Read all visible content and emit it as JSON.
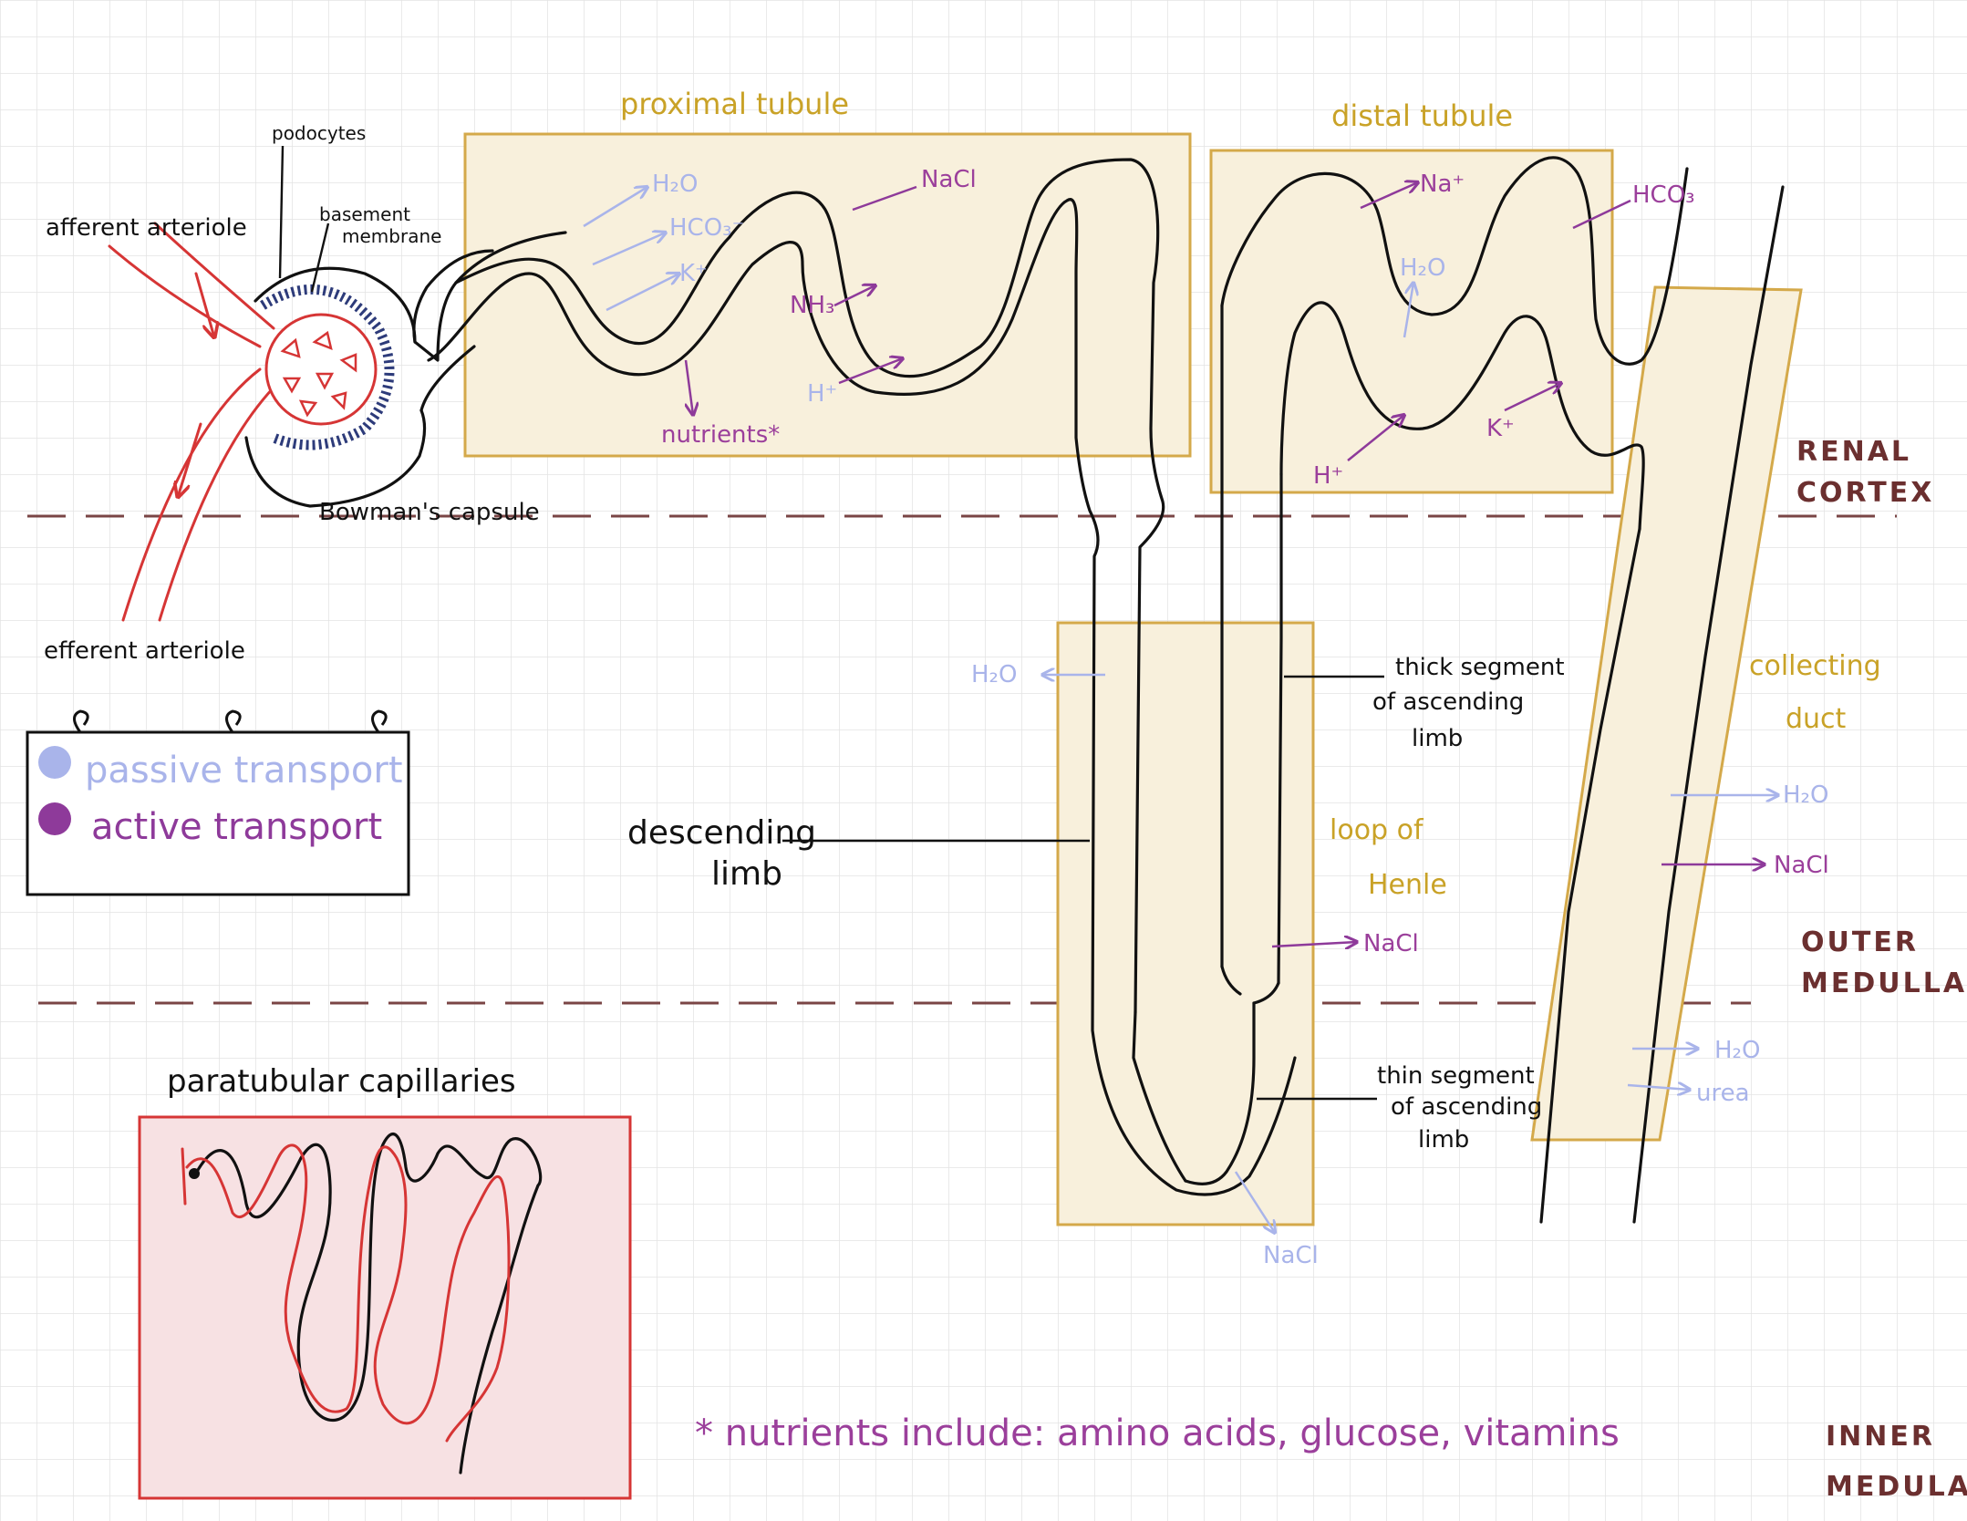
{
  "regions": {
    "renal_cortex": [
      "RENAL",
      "CORTEX"
    ],
    "outer_medulla": [
      "OUTER",
      "MEDULLA"
    ],
    "inner_medulla": [
      "INNER",
      "MEDULA"
    ]
  },
  "vessels": {
    "afferent": "afferent arteriole",
    "efferent": "efferent arteriole",
    "podocytes": "podocytes",
    "basement": [
      "basement",
      "membrane"
    ],
    "bowmans": "Bowman's capsule",
    "capillaries": "paratubular capillaries"
  },
  "legend": {
    "passive": "passive transport",
    "active": "active transport",
    "passive_color": "#a9b4ea",
    "active_color": "#8e3a9a"
  },
  "proximal": {
    "title": "proximal tubule",
    "h2o": "H₂O",
    "hco3": "HCO₃⁻",
    "k": "K⁺",
    "nacl": "NaCl",
    "nh3": "NH₃",
    "h": "H⁺",
    "nutrients": "nutrients*"
  },
  "distal": {
    "title": "distal tubule",
    "na": "Na⁺",
    "hco3": "HCO₃",
    "h2o": "H₂O",
    "h": "H⁺",
    "k": "K⁺"
  },
  "loop": {
    "title": [
      "loop of",
      "Henle"
    ],
    "descending": [
      "descending",
      "limb"
    ],
    "thick": [
      "thick segment",
      "of ascending",
      "limb"
    ],
    "thin": [
      "thin segment",
      "of ascending",
      "limb"
    ],
    "h2o": "H₂O",
    "nacl_thick": "NaCl",
    "nacl_thin": "NaCl"
  },
  "collecting": {
    "title": [
      "collecting",
      "duct"
    ],
    "h2o_1": "H₂O",
    "nacl": "NaCl",
    "h2o_2": "H₂O",
    "urea": "urea"
  },
  "footnote": "* nutrients include: amino acids, glucose, vitamins"
}
